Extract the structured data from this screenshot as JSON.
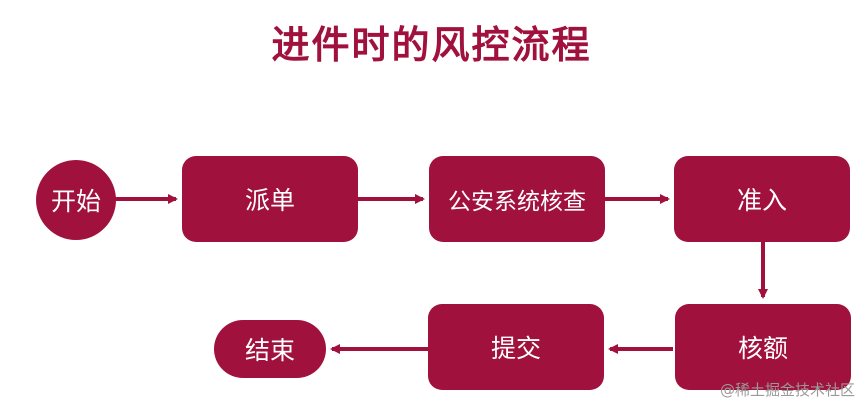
{
  "title": "进件时的风控流程",
  "nodes": {
    "start": "开始",
    "dispatch": "派单",
    "police_check": "公安系统核查",
    "admit": "准入",
    "credit_limit": "核额",
    "submit": "提交",
    "end": "结束"
  },
  "colors": {
    "primary": "#a0123d",
    "background": "#ffffff"
  },
  "watermark": "@稀土掘金技术社区"
}
